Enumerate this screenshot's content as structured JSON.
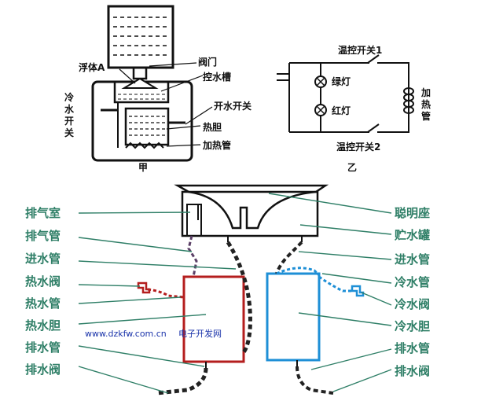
{
  "top_left_diagram": {
    "caption": "甲",
    "labels": {
      "float": "浮体A",
      "valve": "阀门",
      "tank": "控水槽",
      "cold_switch": "冷水开关",
      "open_switch": "开水开关",
      "hot_tank": "热胆",
      "heater": "加热管"
    }
  },
  "top_right_diagram": {
    "caption": "乙",
    "labels": {
      "thermo1": "温控开关1",
      "thermo2": "温控开关2",
      "green_lamp": "绿灯",
      "red_lamp": "红灯",
      "heater": "加热管"
    }
  },
  "bottom_diagram": {
    "left_labels": [
      "排气室",
      "排气管",
      "进水管",
      "热水阀",
      "热水管",
      "热水胆",
      "排水管",
      "排水阀"
    ],
    "right_labels": [
      "聪明座",
      "贮水罐",
      "进水管",
      "冷水管",
      "冷水阀",
      "冷水胆",
      "排水管",
      "排水阀"
    ],
    "watermark_url": "www.dzkfw.com.cn",
    "watermark_name": "电子开发网"
  },
  "colors": {
    "leader_green": "#2f7f67",
    "hot_red": "#b41e1e",
    "cold_blue": "#1e8fd6",
    "pipe_dark": "#222222",
    "exhaust_purple": "#5a3f66"
  }
}
